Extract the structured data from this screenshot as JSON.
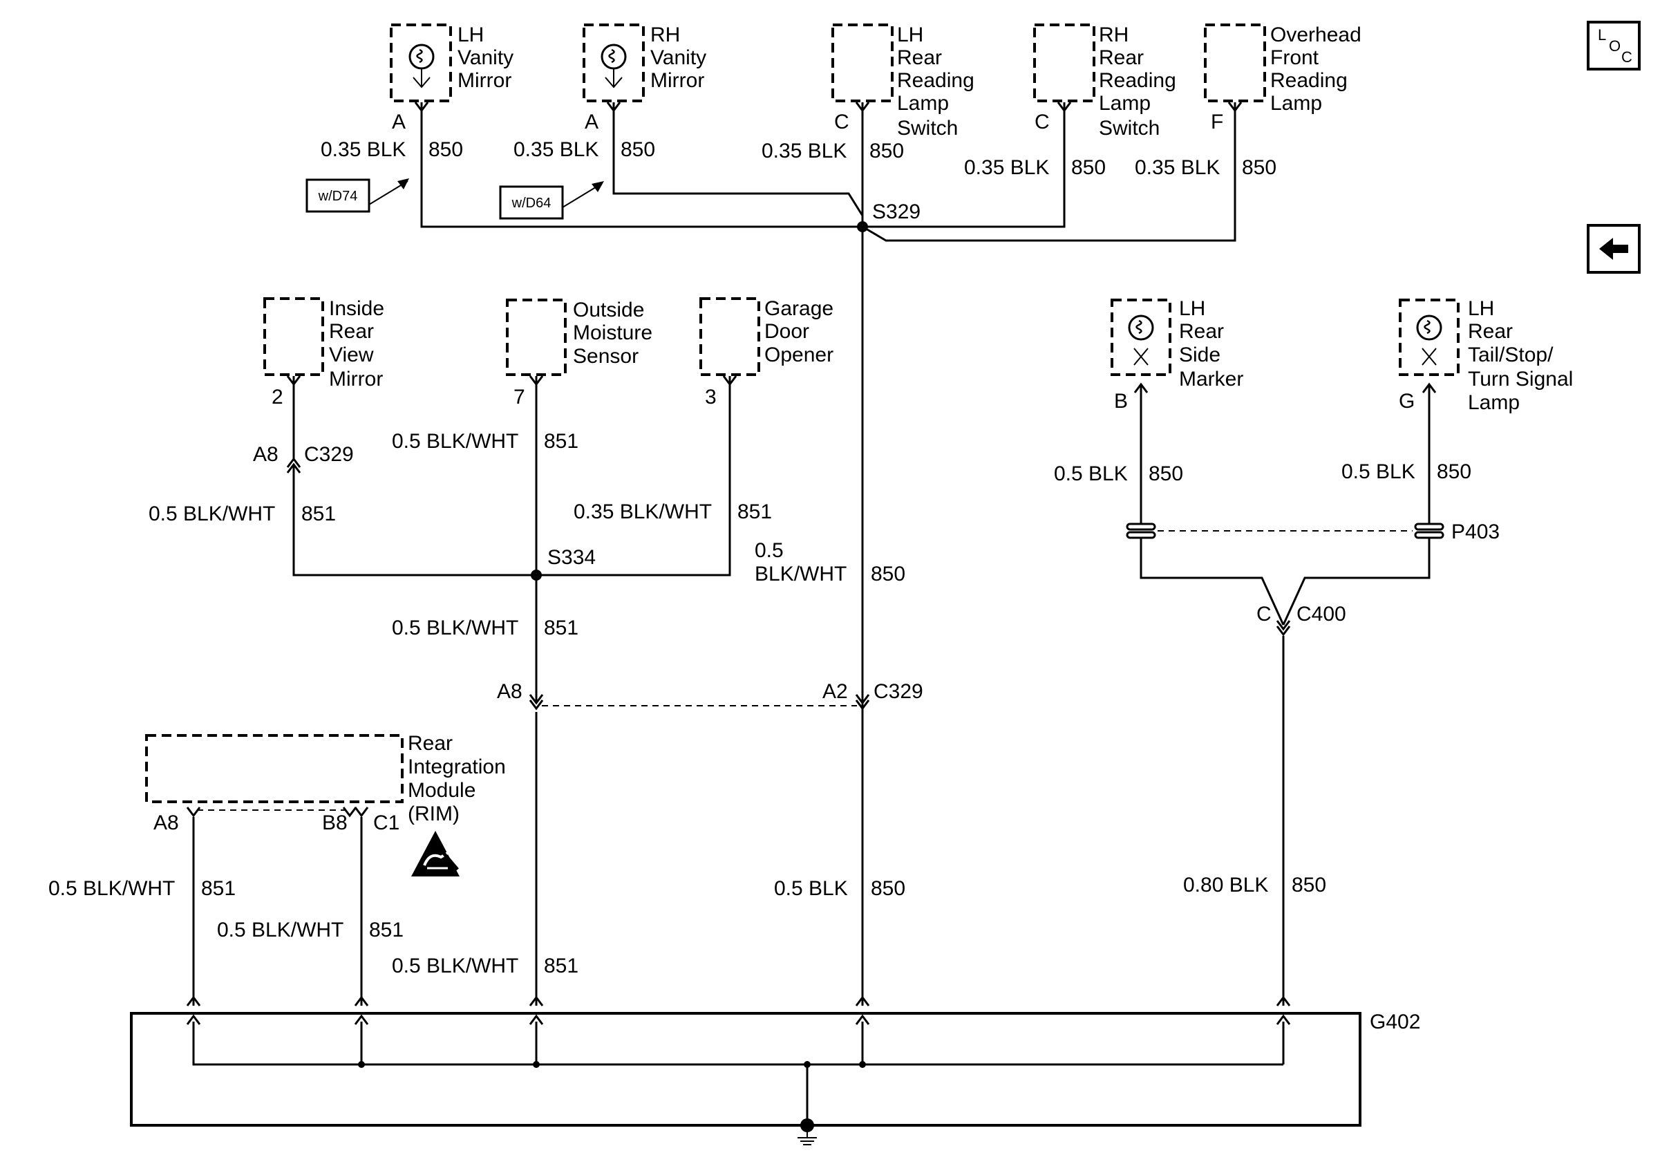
{
  "components": {
    "lh_vanity": {
      "line1": "LH",
      "line2": "Vanity",
      "line3": "Mirror",
      "pin": "A"
    },
    "rh_vanity": {
      "line1": "RH",
      "line2": "Vanity",
      "line3": "Mirror",
      "pin": "A"
    },
    "lh_reading": {
      "line1": "LH",
      "line2": "Rear",
      "line3": "Reading",
      "line4": "Lamp",
      "line5": "Switch",
      "pin": "C"
    },
    "rh_reading": {
      "line1": "RH",
      "line2": "Rear",
      "line3": "Reading",
      "line4": "Lamp",
      "line5": "Switch",
      "pin": "C"
    },
    "overhead": {
      "line1": "Overhead",
      "line2": "Front",
      "line3": "Reading",
      "line4": "Lamp",
      "pin": "F"
    },
    "inside_mirror": {
      "line1": "Inside",
      "line2": "Rear",
      "line3": "View",
      "line4": "Mirror",
      "pin": "2"
    },
    "moisture": {
      "line1": "Outside",
      "line2": "Moisture",
      "line3": "Sensor",
      "pin": "7"
    },
    "garage": {
      "line1": "Garage",
      "line2": "Door",
      "line3": "Opener",
      "pin": "3"
    },
    "side_marker": {
      "line1": "LH",
      "line2": "Rear",
      "line3": "Side",
      "line4": "Marker",
      "pin": "B"
    },
    "tail_lamp": {
      "line1": "LH",
      "line2": "Rear",
      "line3": "Tail/Stop/",
      "line4": "Turn Signal",
      "line5": "Lamp",
      "pin": "G"
    },
    "rim": {
      "line1": "Rear",
      "line2": "Integration",
      "line3": "Module",
      "line4": "(RIM)",
      "pin_a8": "A8",
      "pin_b8": "B8",
      "pin_c1": "C1"
    }
  },
  "options": {
    "d74": "w/D74",
    "d64": "w/D64"
  },
  "wires": {
    "w_lhvan": {
      "gauge": "0.35 BLK",
      "circuit": "850"
    },
    "w_rhvan": {
      "gauge": "0.35 BLK",
      "circuit": "850"
    },
    "w_lhread": {
      "gauge": "0.35 BLK",
      "circuit": "850"
    },
    "w_rhread": {
      "gauge": "0.35 BLK",
      "circuit": "850"
    },
    "w_over": {
      "gauge": "0.35 BLK",
      "circuit": "850"
    },
    "w_mirror": {
      "gauge": "0.5 BLK/WHT",
      "circuit": "851"
    },
    "w_moist": {
      "gauge": "0.5 BLK/WHT",
      "circuit": "851"
    },
    "w_garage": {
      "gauge": "0.35 BLK/WHT",
      "circuit": "851"
    },
    "w_s334": {
      "gauge": "0.5 BLK/WHT",
      "circuit": "851"
    },
    "w_main_a": {
      "gauge": "0.5",
      "gauge2": "BLK/WHT",
      "circuit": "850"
    },
    "w_marker": {
      "gauge": "0.5 BLK",
      "circuit": "850"
    },
    "w_tail": {
      "gauge": "0.5 BLK",
      "circuit": "850"
    },
    "w_rim_a8": {
      "gauge": "0.5 BLK/WHT",
      "circuit": "851"
    },
    "w_rim_c1": {
      "gauge": "0.5 BLK/WHT",
      "circuit": "851"
    },
    "w_g_851": {
      "gauge": "0.5 BLK/WHT",
      "circuit": "851"
    },
    "w_g_850": {
      "gauge": "0.5 BLK",
      "circuit": "850"
    },
    "w_g_c400": {
      "gauge": "0.80 BLK",
      "circuit": "850"
    }
  },
  "splices": {
    "s329": "S329",
    "s334": "S334"
  },
  "connectors": {
    "c329_top_pin": "A8",
    "c329_top": "C329",
    "c329_a8": "A8",
    "c329_a2": "A2",
    "c329_mid": "C329",
    "c400_pin": "C",
    "c400": "C400",
    "p403": "P403"
  },
  "ground": {
    "label": "G402"
  },
  "nav": {
    "loc_l": "L",
    "loc_o": "O",
    "loc_c": "C"
  }
}
